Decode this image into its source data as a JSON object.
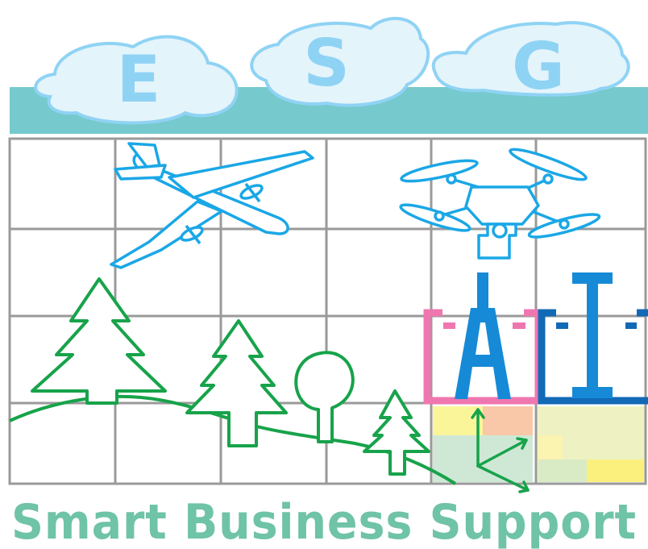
{
  "header": {
    "letters": [
      "E",
      "S",
      "G"
    ]
  },
  "footer": {
    "tagline": "Smart Business Support"
  },
  "colors": {
    "banner": "#76c9cc",
    "cloud_fill": "#e4f4fb",
    "cloud_stroke": "#8fd3f4",
    "grid_line": "#9a9a9a",
    "drone_outline": "#1aa7e6",
    "nature_outline": "#17a34a",
    "ai_bracket_a": "#ef77b0",
    "ai_bracket_i": "#1269b5",
    "ai_letter": "#168ad6",
    "tagline": "#6fc3a6"
  },
  "icons": [
    "airplane-icon",
    "quadcopter-drone-icon",
    "pine-tree-icon",
    "round-tree-icon",
    "ai-block-icon",
    "axis-arrows-icon"
  ]
}
